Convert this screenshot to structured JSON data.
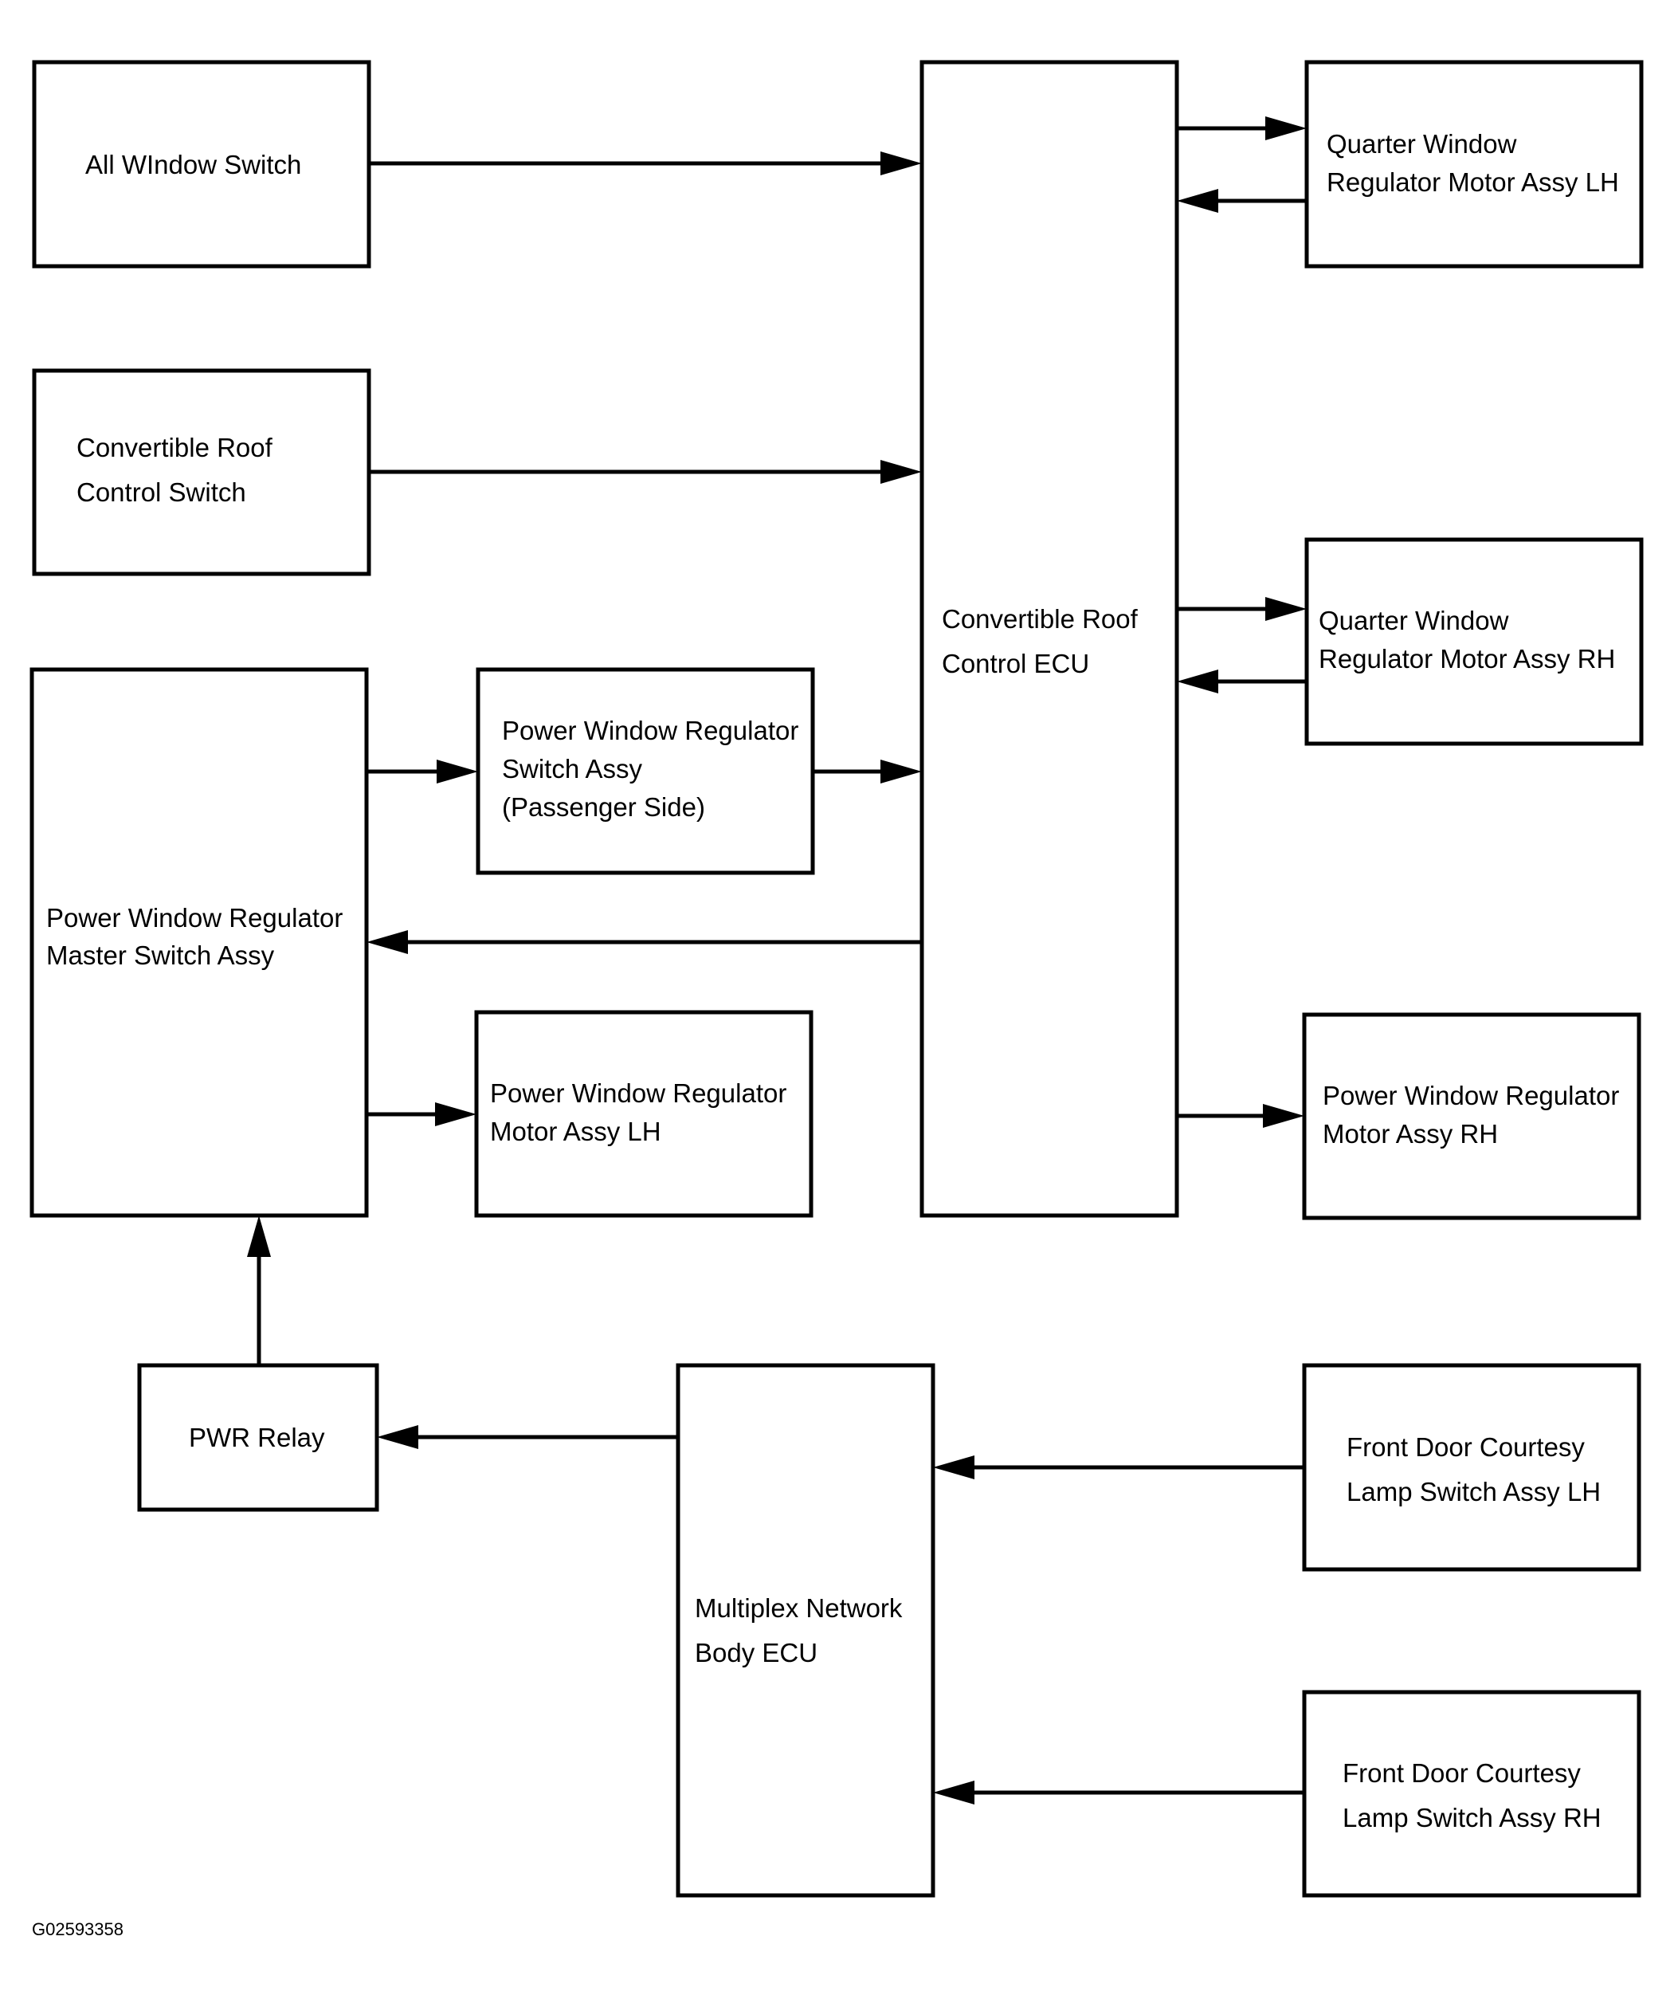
{
  "boxes": {
    "all_window_switch": [
      "All WIndow Switch"
    ],
    "convertible_roof_control_switch": [
      "Convertible Roof",
      "Control Switch"
    ],
    "master_switch": [
      "Power Window Regulator",
      "Master Switch Assy"
    ],
    "passenger_switch": [
      "Power Window Regulator",
      "Switch Assy",
      "(Passenger Side)"
    ],
    "motor_lh": [
      "Power Window Regulator",
      "Motor Assy LH"
    ],
    "convertible_roof_ecu": [
      "Convertible Roof",
      "Control ECU"
    ],
    "quarter_motor_lh": [
      "Quarter Window",
      "Regulator Motor Assy LH"
    ],
    "quarter_motor_rh": [
      "Quarter Window",
      "Regulator Motor Assy RH"
    ],
    "motor_rh": [
      "Power Window Regulator",
      "Motor Assy RH"
    ],
    "pwr_relay": [
      "PWR Relay"
    ],
    "multiplex_body_ecu": [
      "Multiplex Network",
      "Body ECU"
    ],
    "courtesy_lh": [
      "Front Door Courtesy",
      "Lamp Switch Assy LH"
    ],
    "courtesy_rh": [
      "Front Door Courtesy",
      "Lamp Switch Assy RH"
    ]
  },
  "figure_id": "G02593358"
}
